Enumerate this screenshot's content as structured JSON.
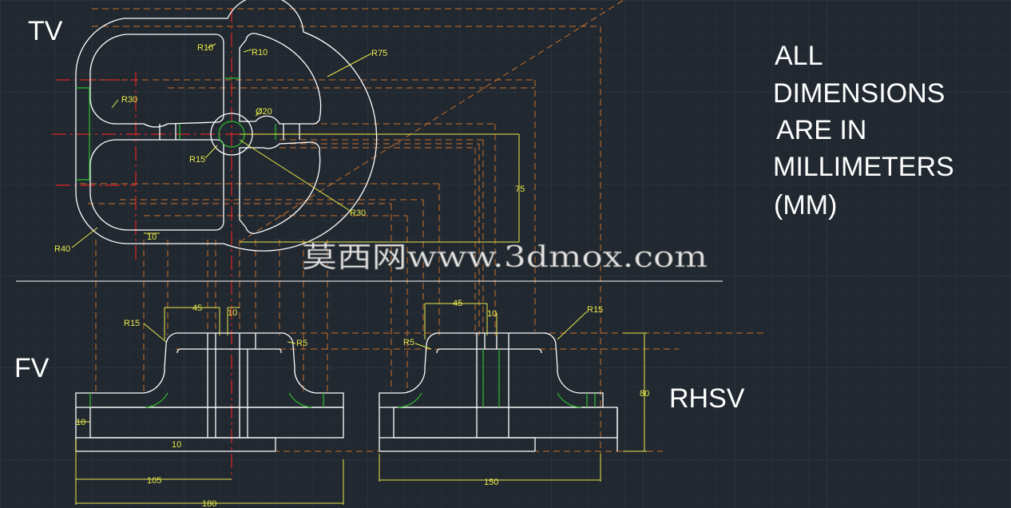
{
  "views": {
    "top": "TV",
    "front": "FV",
    "side": "RHSV"
  },
  "note": [
    "ALL",
    "DIMENSIONS",
    "ARE IN",
    "MILLIMETERS",
    "(MM)"
  ],
  "dimensions": {
    "r10_a": "R10",
    "r10_b": "R10",
    "r75": "R75",
    "r30_a": "R30",
    "d20": "Ø20",
    "r15_top": "R15",
    "r30_b": "R30",
    "r40": "R40",
    "ten_top": "10",
    "seventyfive": "75",
    "fv_45": "45",
    "fv_10": "10",
    "fv_r15": "R15",
    "fv_r5": "R5",
    "fv_10_left": "10",
    "fv_10_base": "10",
    "fv_105": "105",
    "fv_180": "180",
    "sv_45": "45",
    "sv_10": "10",
    "sv_r15": "R15",
    "sv_r5": "R5",
    "sv_80": "80",
    "sv_150": "150"
  },
  "watermark": "莫西网www.3dmox.com",
  "colors": {
    "background": "#212830",
    "object": "#ffffff",
    "dimension": "#e8e84a",
    "projection": "#c8702a",
    "centerline": "#e02424",
    "hidden": "#2fc02f"
  }
}
